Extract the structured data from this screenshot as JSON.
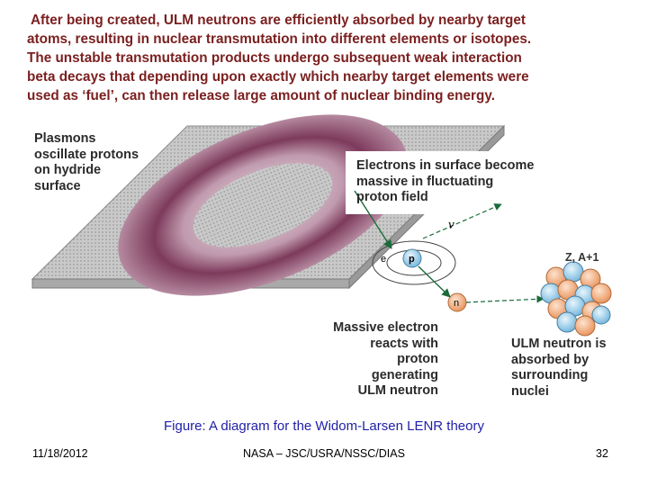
{
  "intro_lines": [
    "After being created, ULM neutrons are efficiently absorbed by nearby target",
    "atoms, resulting in nuclear transmutation into different elements or isotopes.",
    "The unstable transmutation products undergo subsequent  weak  interaction",
    "beta decays that depending upon exactly which nearby target elements were",
    "used as ‘fuel’, can then release large amount of nuclear binding energy."
  ],
  "diagram": {
    "plasmons_label": [
      "Plasmons",
      "oscillate protons",
      "on hydride",
      "surface"
    ],
    "electrons_label": [
      "Electrons in surface become",
      "massive in fluctuating",
      "proton field"
    ],
    "neutrino_symbol": "ν",
    "electron_symbol": "e",
    "proton_symbol": "p",
    "neutron_symbol": "n",
    "nucleus_label": "Z, A+1",
    "massive_electron_label": [
      "Massive electron",
      "reacts with",
      "proton",
      "generating",
      "ULM neutron"
    ],
    "ulm_absorbed_label": [
      "ULM neutron is",
      "absorbed by",
      "surrounding",
      "nuclei"
    ],
    "colors": {
      "ring": "#7d3a5c",
      "surface": "#bfbfbf",
      "proton": "#8ec7e6",
      "neutron": "#f0a070",
      "arrow": "#1a6b3a"
    }
  },
  "caption": "Figure: A diagram for the Widom-Larsen LENR theory",
  "footer": {
    "date": "11/18/2012",
    "org": "NASA – JSC/USRA/NSSC/DIAS",
    "page": "32"
  }
}
